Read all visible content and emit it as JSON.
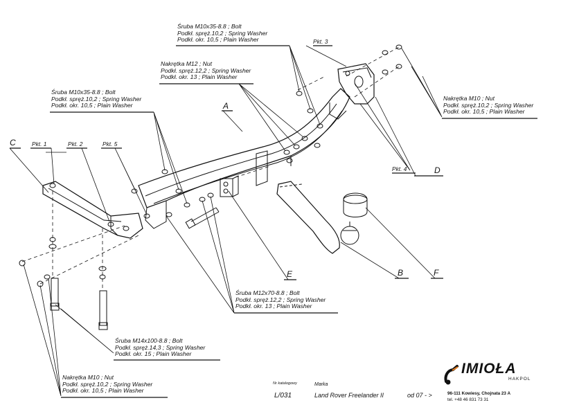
{
  "labels": {
    "bolt_top": [
      "Śruba M10x35-8.8 ;  Bolt",
      "Podkł. spręż.10,2 ; Spring Washer",
      "Podkł. okr. 10,5 ; Plain Washer"
    ],
    "nut_m12": [
      "Nakrętka  M12 ; Nut",
      "Podkł. spręż.12,2 ; Spring Washer",
      "Podkł. okr. 13 ; Plain Washer"
    ],
    "bolt_left": [
      "Śruba M10x35-8.8 ;  Bolt",
      "Podkł. spręż.10,2 ; Spring Washer",
      "Podkł. okr. 10,5 ; Plain Washer"
    ],
    "nut_m10_right": [
      "Nakrętka  M10 ; Nut",
      "Podkł. spręż.10,2 ; Spring Washer",
      "Podkł. okr. 10,5 ; Plain Washer"
    ],
    "bolt_m12x70": [
      "Śruba M12x70-8.8 ;  Bolt",
      "Podkł. spręż.12,2 ; Spring Washer",
      "Podkł. okr. 13 ; Plain Washer"
    ],
    "bolt_m14x100": [
      "Śruba M14x100-8.8 ;  Bolt",
      "Podkł. spręż.14,3 ; Spring Washer",
      "Podkł. okr. 15 ; Plain Washer"
    ],
    "nut_m10_bottom": [
      "Nakrętka  M10 ; Nut",
      "Podkł. spręż.10,2 ; Spring Washer",
      "Podkł. okr. 10,5 ; Plain Washer"
    ]
  },
  "part_letters": {
    "a": "A",
    "b": "B",
    "c": "C",
    "d": "D",
    "e": "E",
    "f": "F"
  },
  "points": {
    "p1": "Pkt. 1",
    "p2": "Pkt. 2",
    "p3": "Pkt. 3",
    "p4": "Pkt. 4",
    "p5": "Pkt. 5"
  },
  "footer": {
    "catalog_caption": "Nr katalogowy",
    "catalog_no": "L/031",
    "make_caption": "Marka",
    "make": "Land Rover Freelander II",
    "from": "od  07 - >"
  },
  "brand": {
    "name": "IMIOŁA",
    "sub": "HAKPOL",
    "address": "96-111 Kowiesy, Chojnata 23 A",
    "phone": "tel. +48 46 831 73 31",
    "accent": "#e07a1f"
  }
}
